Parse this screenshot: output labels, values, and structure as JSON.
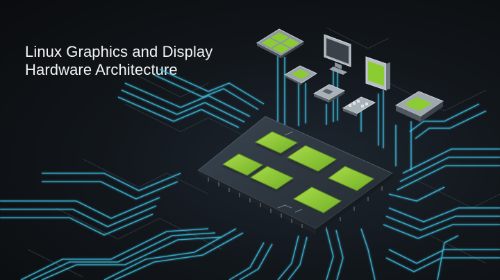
{
  "title": {
    "line1": "Linux Graphics and Display",
    "line2": "Hardware Architecture"
  },
  "colors": {
    "background": "#0d1012",
    "circuit_trace": "#3fc6ea",
    "chip_green": "#8ccc33",
    "board": "#2c353f",
    "component_gray": "#b8bec4"
  },
  "illustration": {
    "board_components": [
      "gpu-die",
      "gpu-die",
      "gpu-die",
      "gpu-die",
      "gpu-die",
      "gpu-die"
    ],
    "floating_components": [
      "processor-chip",
      "small-chip",
      "monitor",
      "graphics-module",
      "connector",
      "memory-module",
      "storage-drive"
    ]
  }
}
